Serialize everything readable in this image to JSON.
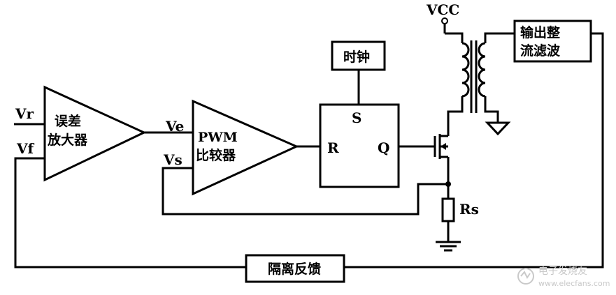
{
  "inputs": {
    "vr": "Vr",
    "vf": "Vf",
    "ve": "Ve",
    "vs": "Vs"
  },
  "error_amplifier": {
    "line1": "误差",
    "line2": "放大器"
  },
  "pwm_comparator": {
    "line1": "PWM",
    "line2": "比较器"
  },
  "clock": {
    "label": "时钟"
  },
  "rs_flipflop": {
    "s": "S",
    "r": "R",
    "q": "Q"
  },
  "vcc": {
    "label": "VCC"
  },
  "output_rectifier_filter": {
    "line1": "输出整",
    "line2": "流滤波"
  },
  "sense_resistor": {
    "label": "Rs"
  },
  "isolation_feedback": {
    "label": "隔离反馈"
  },
  "watermark": {
    "brand": "电子发烧友",
    "url": "www.elecfans.com"
  }
}
